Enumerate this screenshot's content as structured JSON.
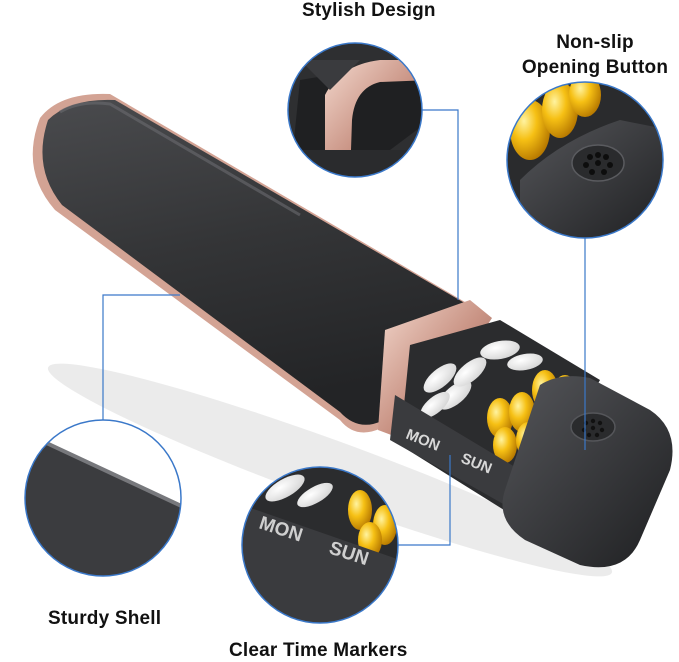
{
  "callouts": {
    "stylish_design": "Stylish Design",
    "non_slip_line1": "Non-slip",
    "non_slip_line2": "Opening Button",
    "sturdy_shell": "Sturdy Shell",
    "clear_time_markers": "Clear Time Markers"
  },
  "day_markers": {
    "mon": "MON",
    "sun": "SUN"
  },
  "colors": {
    "shell": "#3a3b3d",
    "rose_gold": "#d7a99a",
    "callout_line": "#3a78c9",
    "pill_yellow": "#f2b80f",
    "pill_white": "#f4f4f4"
  }
}
